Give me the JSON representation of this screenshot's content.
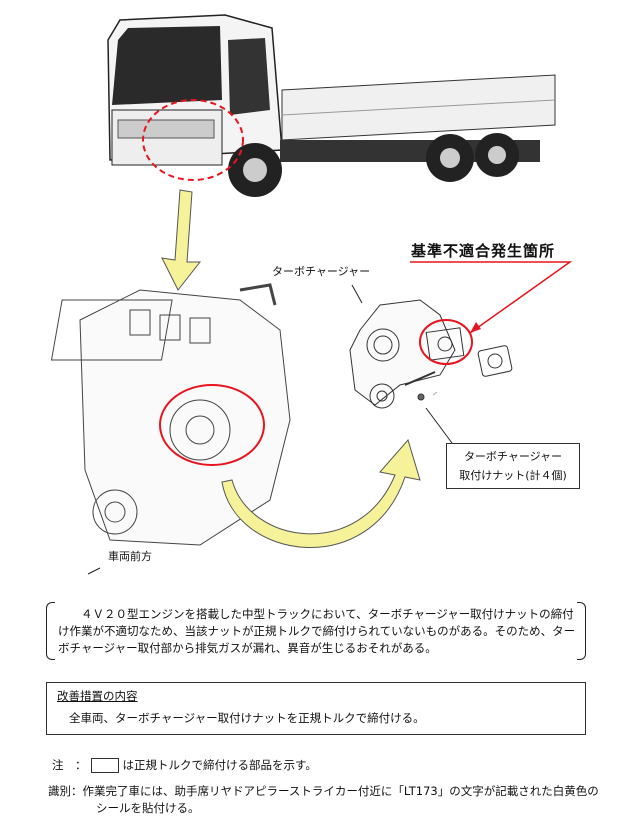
{
  "figure": {
    "defect_location_label": "基準不適合発生箇所",
    "turbocharger_label": "ターボチャージャー",
    "nut_callout": [
      "ターボチャージャー",
      "取付けナット(計４個)"
    ],
    "vehicle_front_label": "車両前方",
    "colors": {
      "highlight": "#e8141e",
      "arrow_fill": "#f5f29a"
    }
  },
  "description": "４Ｖ２０型エンジンを搭載した中型トラックにおいて、ターボチャージャー取付けナットの締付け作業が不適切なため、当該ナットが正規トルクで締付けられていないものがある。そのため、ターボチャージャー取付部から排気ガスが漏れ、異音が生じるおそれがある。",
  "remedy": {
    "heading": "改善措置の内容",
    "body": "全車両、ターボチャージャー取付けナットを正規トルクで締付ける。"
  },
  "note": {
    "prefix": "注　：",
    "text": "は正規トルクで締付ける部品を示す。"
  },
  "identification": {
    "prefix": "識別：",
    "line1": "作業完了車には、助手席リヤドアピラーストライカー付近に「LT173」の文字が記載された白黄色の",
    "line2": "シールを貼付ける。"
  }
}
